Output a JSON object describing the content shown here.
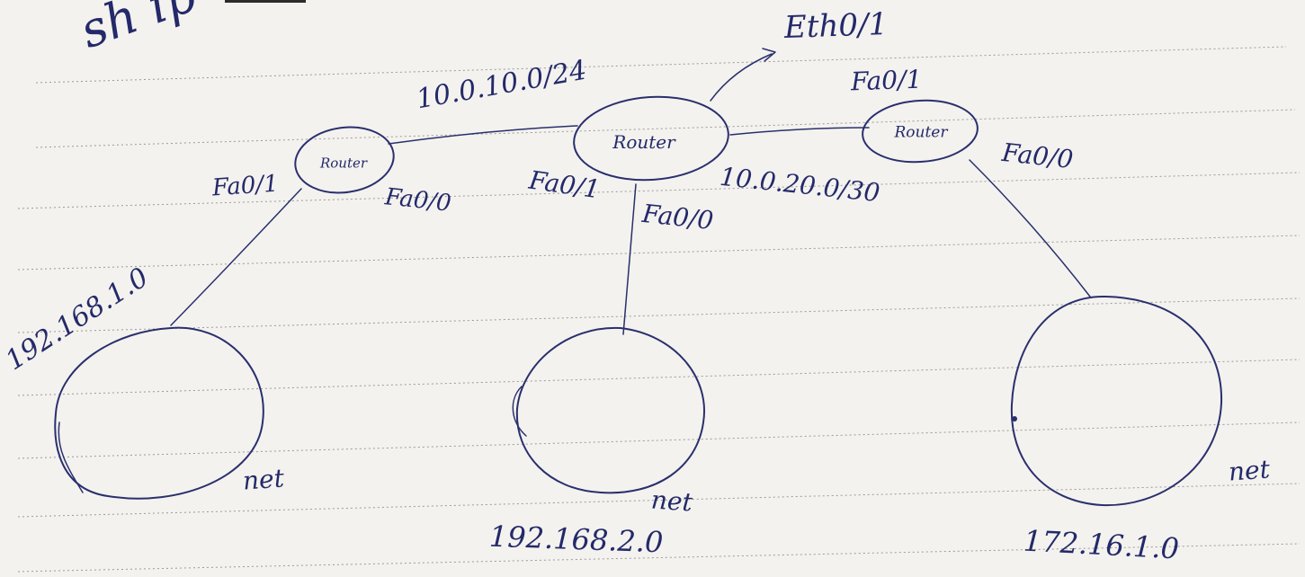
{
  "header_scribble": "sh ip",
  "routers": [
    {
      "id": "router-left",
      "label": "Router"
    },
    {
      "id": "router-center",
      "label": "Router"
    },
    {
      "id": "router-right",
      "label": "Router"
    }
  ],
  "networks": [
    {
      "id": "net-left",
      "label": "net",
      "address": "192.168.1.0"
    },
    {
      "id": "net-center",
      "label": "net",
      "address": "192.168.2.0"
    },
    {
      "id": "net-right",
      "label": "net",
      "address": "172.16.1.0"
    }
  ],
  "interfaces": {
    "left_router_left": "Fa0/1",
    "left_router_right": "Fa0/0",
    "center_router_left": "Fa0/1",
    "center_router_bottom": "Fa0/0",
    "center_router_top": "Eth0/1",
    "right_router_top": "Fa0/1",
    "right_router_right": "Fa0/0"
  },
  "links": {
    "left_center": "10.0.10.0/24",
    "center_right": "10.0.20.0/30"
  },
  "colors": {
    "ink": "#2a2f6e",
    "paper": "#f3f2ee",
    "ruled_line": "#9a9a9a"
  }
}
